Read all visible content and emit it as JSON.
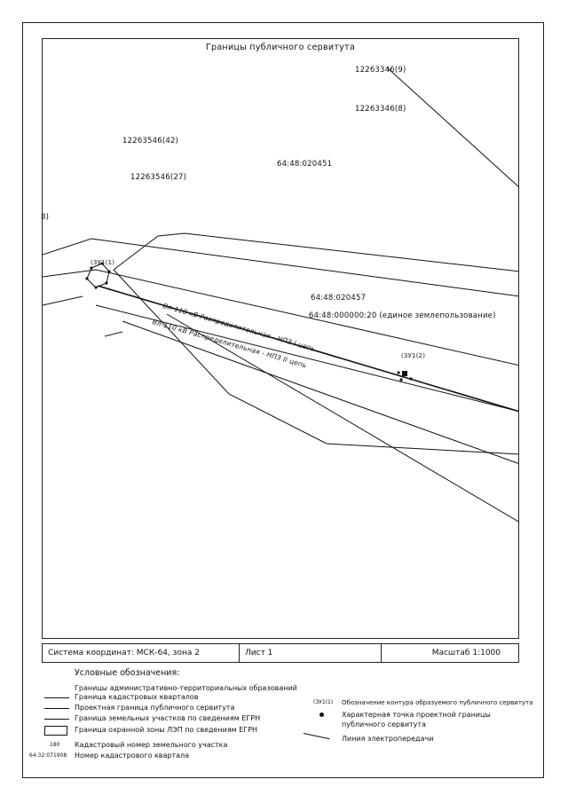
{
  "map": {
    "title": "Границы публичного сервитута",
    "parcel_labels": [
      "12263346(9)",
      "12263346(8)",
      "12263546(42)",
      "12263546(27)"
    ],
    "quarter_labels": [
      "64:48:020451",
      "64:48:020457"
    ],
    "single_use_label": "64:48:000000:20 (единое землепользование)",
    "edge_label": "8)",
    "contour_labels": [
      "(3У1(1)",
      "(3У1(2)"
    ],
    "line_labels": [
      "Вл-110 кВ Распределительная - НПЗ I цепь",
      "Вл-110 кВ Распределительная - НПЗ II цепь"
    ]
  },
  "stamp": {
    "coord_system": "Система координат: МСК-64, зона 2",
    "sheet": "Лист 1",
    "scale": "Масштаб 1:1000"
  },
  "legend": {
    "title": "Условные обозначения:",
    "left_items": [
      "Границы административно-территориальных образований",
      "Граница кадастровых кварталов",
      "Проектная граница публичного сервитута",
      "Граница земельных участков по сведениям ЕГРН",
      "Граница охранной зоны ЛЭП по сведениям ЕГРН",
      "Кадастровый номер земельного участка",
      "Номер кадастрового квартала"
    ],
    "left_samples": [
      "180",
      "64:32:071908"
    ],
    "right_items": [
      "Обозначение контура образуемого публичного сервитута",
      "Характерная точка проектной границы публичного сервитута",
      "Линия электропередачи"
    ],
    "right_sample": "(3У1(1)"
  },
  "colors": {
    "ink": "#111111",
    "paper": "#ffffff"
  }
}
